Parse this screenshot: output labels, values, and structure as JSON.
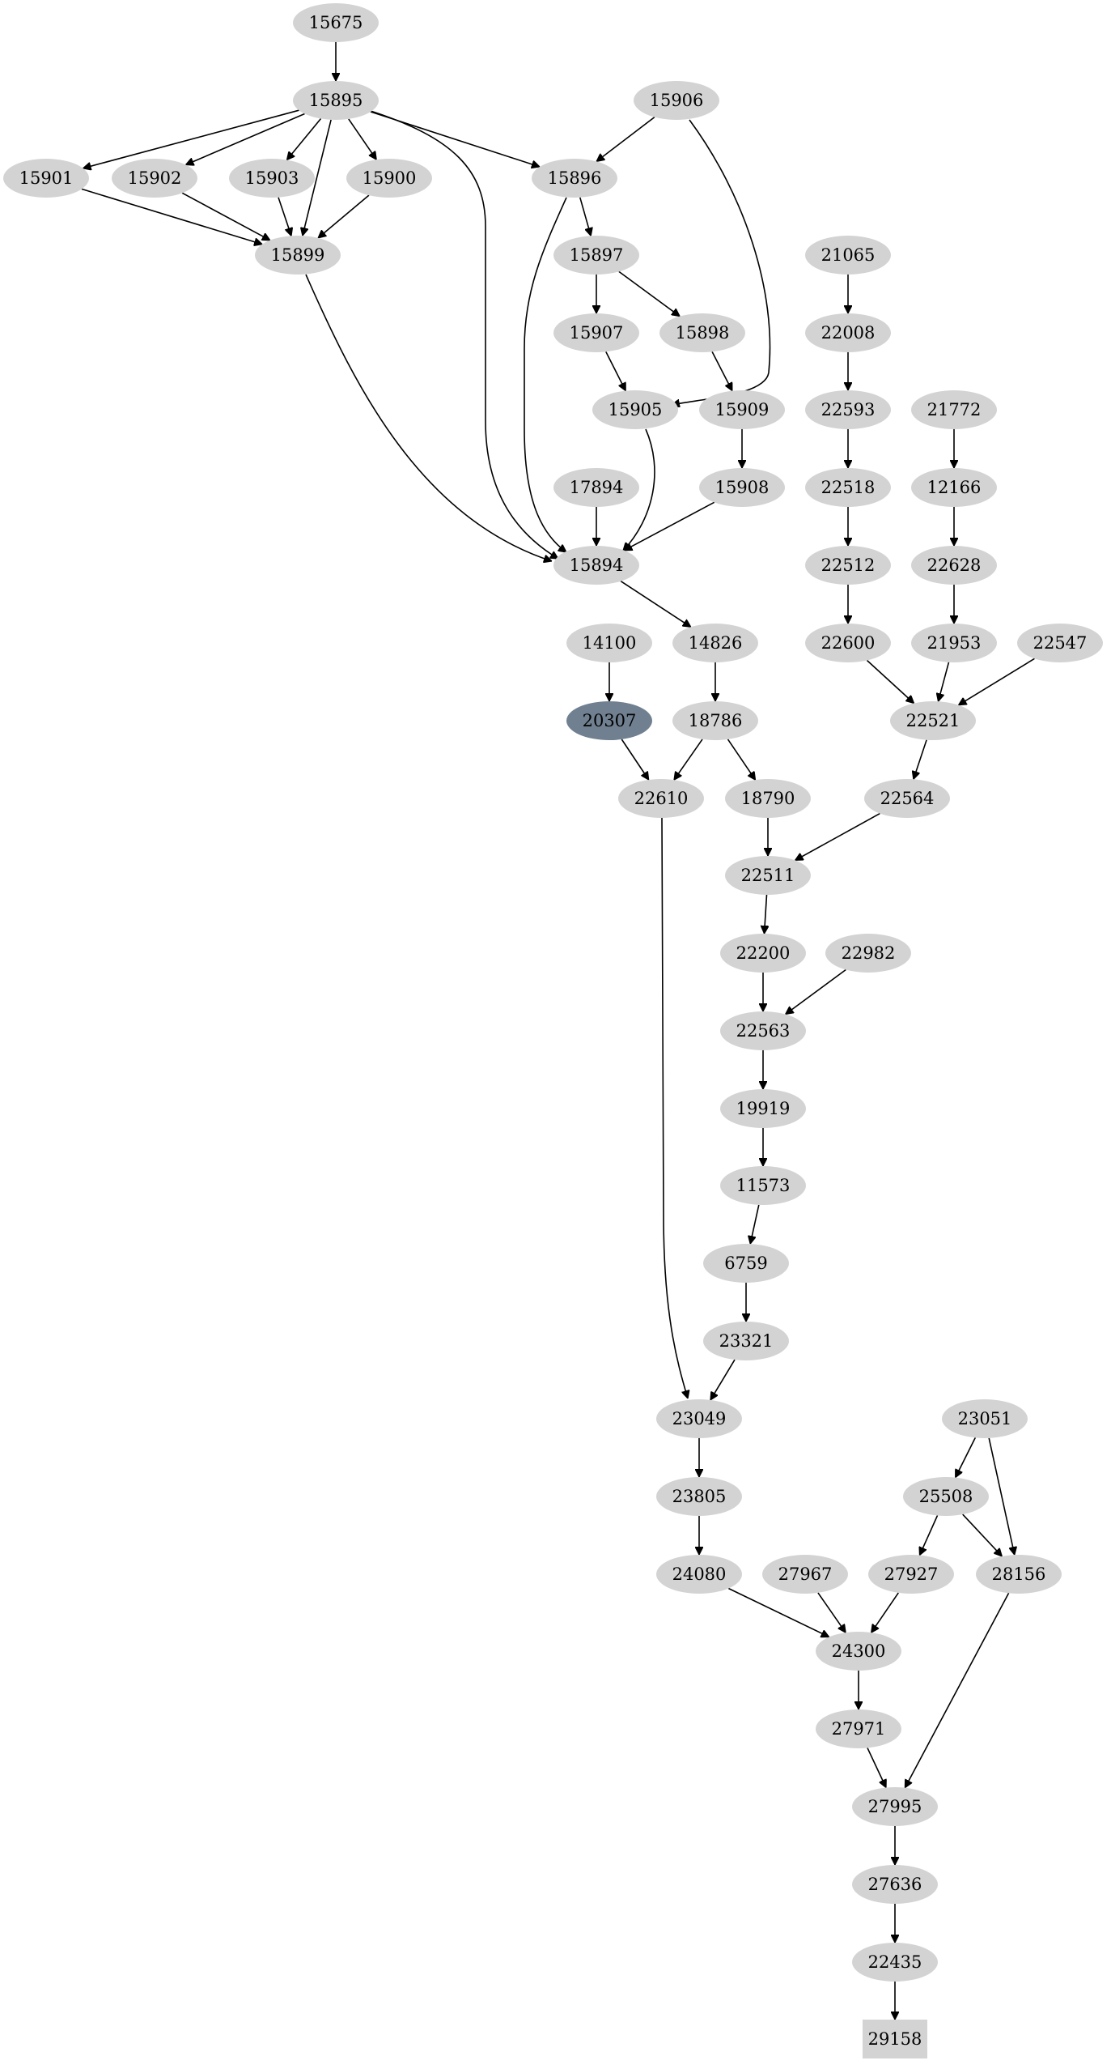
{
  "graph": {
    "nodes": [
      {
        "id": "15675",
        "label": "15675"
      },
      {
        "id": "15895",
        "label": "15895"
      },
      {
        "id": "15906",
        "label": "15906"
      },
      {
        "id": "15901",
        "label": "15901"
      },
      {
        "id": "15902",
        "label": "15902"
      },
      {
        "id": "15903",
        "label": "15903"
      },
      {
        "id": "15900",
        "label": "15900"
      },
      {
        "id": "15896",
        "label": "15896"
      },
      {
        "id": "15899",
        "label": "15899"
      },
      {
        "id": "15897",
        "label": "15897"
      },
      {
        "id": "21065",
        "label": "21065"
      },
      {
        "id": "15907",
        "label": "15907"
      },
      {
        "id": "15898",
        "label": "15898"
      },
      {
        "id": "22008",
        "label": "22008"
      },
      {
        "id": "15905",
        "label": "15905"
      },
      {
        "id": "15909",
        "label": "15909"
      },
      {
        "id": "22593",
        "label": "22593"
      },
      {
        "id": "21772",
        "label": "21772"
      },
      {
        "id": "17894",
        "label": "17894"
      },
      {
        "id": "15908",
        "label": "15908"
      },
      {
        "id": "22518",
        "label": "22518"
      },
      {
        "id": "12166",
        "label": "12166"
      },
      {
        "id": "15894",
        "label": "15894"
      },
      {
        "id": "22512",
        "label": "22512"
      },
      {
        "id": "22628",
        "label": "22628"
      },
      {
        "id": "14100",
        "label": "14100"
      },
      {
        "id": "14826",
        "label": "14826"
      },
      {
        "id": "22600",
        "label": "22600"
      },
      {
        "id": "21953",
        "label": "21953"
      },
      {
        "id": "22547",
        "label": "22547"
      },
      {
        "id": "20307",
        "label": "20307",
        "highlight": true
      },
      {
        "id": "18786",
        "label": "18786"
      },
      {
        "id": "22521",
        "label": "22521"
      },
      {
        "id": "22610",
        "label": "22610"
      },
      {
        "id": "18790",
        "label": "18790"
      },
      {
        "id": "22564",
        "label": "22564"
      },
      {
        "id": "22511",
        "label": "22511"
      },
      {
        "id": "22200",
        "label": "22200"
      },
      {
        "id": "22982",
        "label": "22982"
      },
      {
        "id": "22563",
        "label": "22563"
      },
      {
        "id": "19919",
        "label": "19919"
      },
      {
        "id": "11573",
        "label": "11573"
      },
      {
        "id": "6759",
        "label": "6759"
      },
      {
        "id": "23321",
        "label": "23321"
      },
      {
        "id": "23049",
        "label": "23049"
      },
      {
        "id": "23051",
        "label": "23051"
      },
      {
        "id": "23805",
        "label": "23805"
      },
      {
        "id": "25508",
        "label": "25508"
      },
      {
        "id": "24080",
        "label": "24080"
      },
      {
        "id": "27967",
        "label": "27967"
      },
      {
        "id": "27927",
        "label": "27927"
      },
      {
        "id": "28156",
        "label": "28156"
      },
      {
        "id": "24300",
        "label": "24300"
      },
      {
        "id": "27971",
        "label": "27971"
      },
      {
        "id": "27995",
        "label": "27995"
      },
      {
        "id": "27636",
        "label": "27636"
      },
      {
        "id": "22435",
        "label": "22435"
      },
      {
        "id": "29158",
        "label": "29158",
        "shape": "box"
      }
    ],
    "edges": [
      {
        "from": "15675",
        "to": "15895"
      },
      {
        "from": "15895",
        "to": "15901"
      },
      {
        "from": "15895",
        "to": "15902"
      },
      {
        "from": "15895",
        "to": "15903"
      },
      {
        "from": "15895",
        "to": "15899"
      },
      {
        "from": "15895",
        "to": "15900"
      },
      {
        "from": "15895",
        "to": "15896"
      },
      {
        "from": "15895",
        "to": "15894"
      },
      {
        "from": "15906",
        "to": "15896"
      },
      {
        "from": "15906",
        "to": "15905"
      },
      {
        "from": "15901",
        "to": "15899"
      },
      {
        "from": "15902",
        "to": "15899"
      },
      {
        "from": "15903",
        "to": "15899"
      },
      {
        "from": "15900",
        "to": "15899"
      },
      {
        "from": "15899",
        "to": "15894"
      },
      {
        "from": "15896",
        "to": "15897"
      },
      {
        "from": "15896",
        "to": "15894"
      },
      {
        "from": "15897",
        "to": "15907"
      },
      {
        "from": "15897",
        "to": "15898"
      },
      {
        "from": "15907",
        "to": "15905"
      },
      {
        "from": "15898",
        "to": "15909"
      },
      {
        "from": "15909",
        "to": "15908"
      },
      {
        "from": "15905",
        "to": "15894"
      },
      {
        "from": "17894",
        "to": "15894"
      },
      {
        "from": "15908",
        "to": "15894"
      },
      {
        "from": "15894",
        "to": "14826"
      },
      {
        "from": "14826",
        "to": "18786"
      },
      {
        "from": "14100",
        "to": "20307"
      },
      {
        "from": "20307",
        "to": "22610"
      },
      {
        "from": "18786",
        "to": "22610"
      },
      {
        "from": "18786",
        "to": "18790"
      },
      {
        "from": "21065",
        "to": "22008"
      },
      {
        "from": "22008",
        "to": "22593"
      },
      {
        "from": "22593",
        "to": "22518"
      },
      {
        "from": "22518",
        "to": "22512"
      },
      {
        "from": "22512",
        "to": "22600"
      },
      {
        "from": "21772",
        "to": "12166"
      },
      {
        "from": "12166",
        "to": "22628"
      },
      {
        "from": "22628",
        "to": "21953"
      },
      {
        "from": "22600",
        "to": "22521"
      },
      {
        "from": "21953",
        "to": "22521"
      },
      {
        "from": "22547",
        "to": "22521"
      },
      {
        "from": "22521",
        "to": "22564"
      },
      {
        "from": "22564",
        "to": "22511"
      },
      {
        "from": "18790",
        "to": "22511"
      },
      {
        "from": "22511",
        "to": "22200"
      },
      {
        "from": "22200",
        "to": "22563"
      },
      {
        "from": "22982",
        "to": "22563"
      },
      {
        "from": "22563",
        "to": "19919"
      },
      {
        "from": "19919",
        "to": "11573"
      },
      {
        "from": "11573",
        "to": "6759"
      },
      {
        "from": "6759",
        "to": "23321"
      },
      {
        "from": "23321",
        "to": "23049"
      },
      {
        "from": "22610",
        "to": "23049"
      },
      {
        "from": "23049",
        "to": "23805"
      },
      {
        "from": "23805",
        "to": "24080"
      },
      {
        "from": "23051",
        "to": "25508"
      },
      {
        "from": "23051",
        "to": "28156"
      },
      {
        "from": "25508",
        "to": "27927"
      },
      {
        "from": "25508",
        "to": "28156"
      },
      {
        "from": "24080",
        "to": "24300"
      },
      {
        "from": "27967",
        "to": "24300"
      },
      {
        "from": "27927",
        "to": "24300"
      },
      {
        "from": "24300",
        "to": "27971"
      },
      {
        "from": "27971",
        "to": "27995"
      },
      {
        "from": "28156",
        "to": "27995"
      },
      {
        "from": "27995",
        "to": "27636"
      },
      {
        "from": "27636",
        "to": "22435"
      },
      {
        "from": "22435",
        "to": "29158"
      }
    ]
  }
}
